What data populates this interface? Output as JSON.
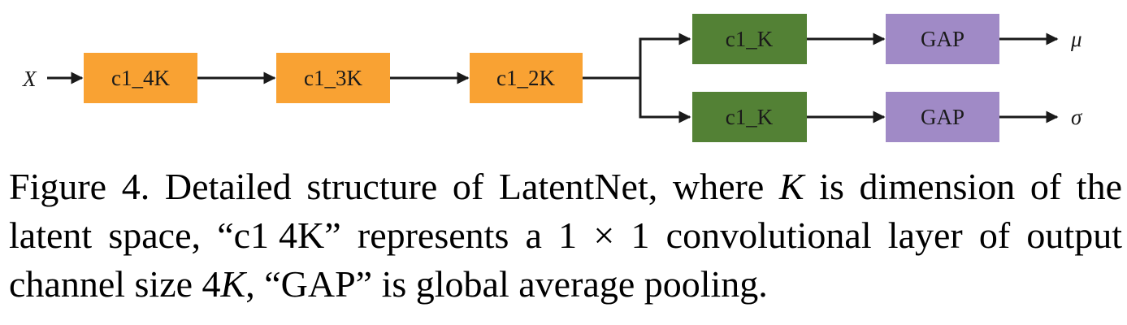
{
  "diagram": {
    "input_label": "X",
    "colors": {
      "conv_shared": "#f9a233",
      "conv_branch": "#538135",
      "gap": "#a08ac6",
      "arrow": "#1a1a1a"
    },
    "nodes": {
      "c1_4k": "c1_4K",
      "c1_3k": "c1_3K",
      "c1_2k": "c1_2K",
      "branch_mu_conv": "c1_K",
      "branch_mu_gap": "GAP",
      "branch_sigma_conv": "c1_K",
      "branch_sigma_gap": "GAP"
    },
    "outputs": {
      "mu": "μ",
      "sigma": "σ"
    }
  },
  "caption": {
    "p1": "Figure 4. Detailed structure of LatentNet, where ",
    "k1": "K",
    "p2": " is dimension of the latent space, “c1",
    "p2b": "4K” represents a ",
    "m1": "1",
    "times": " × ",
    "m2": "1",
    "p3": " convolutional layer of output channel size ",
    "m3": "4",
    "k2": "K",
    "p4": ", “GAP” is global average pooling."
  }
}
